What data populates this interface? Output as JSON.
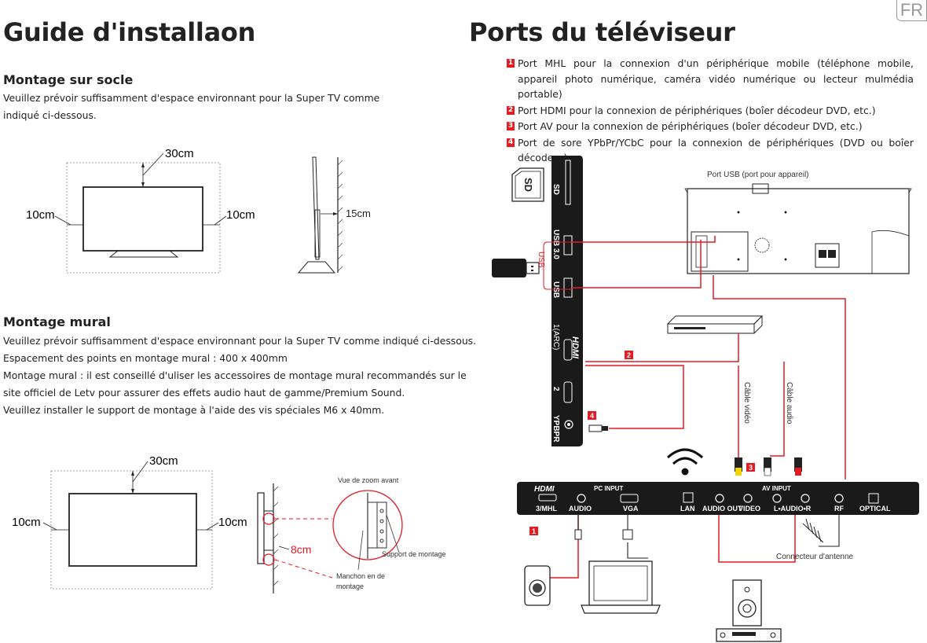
{
  "lang_badge": "FR",
  "left": {
    "title": "Guide d'installaon",
    "stand": {
      "heading": "Montage sur socle",
      "text_lines": [
        "Veuillez prévoir suﬃsamment d'espace environnant pour la Super TV comme",
        "indiqué ci-dessous."
      ],
      "dim_top": "30cm",
      "dim_left": "10cm",
      "dim_right": "10cm",
      "dim_side": "15cm"
    },
    "wall": {
      "heading": "Montage mural",
      "text_lines": [
        "Veuillez prévoir suﬃsamment d'espace environnant pour la Super TV comme indiqué ci-dessous.",
        "Espacement des points en montage mural : 400 x 400mm",
        "Montage mural : il est conseillé d'uliser les accessoires de montage mural recommandés  sur le",
        "site oﬃciel de Letv pour assurer des eﬀets audio haut de gamme/Premium Sound.",
        "Veuillez installer le support de montage à l'aide des vis spéciales M6 x 40mm."
      ],
      "dim_top": "30cm",
      "dim_left": "10cm",
      "dim_right": "10cm",
      "dim_side": "8cm",
      "zoom_label": "Vue de zoom avant",
      "bracket_label": "Support de montage",
      "sleeve_label_1": "Manchon en de",
      "sleeve_label_2": "montage"
    }
  },
  "right": {
    "title": "Ports du téléviseur",
    "ports": [
      {
        "num": "1",
        "text": "Port  MHL  pour  la  connexion  d'un  périphérique  mobile  (téléphone  mobile,  appareil photo numérique, caméra vidéo numérique ou lecteur mulmédia portable)"
      },
      {
        "num": "2",
        "text": "Port HDMI pour la connexion de périphériques  (boîer décodeur DVD, etc.)"
      },
      {
        "num": "3",
        "text": "Port AV pour la connexion de périphériques (boîer décodeur DVD, etc.)"
      },
      {
        "num": "4",
        "text": "Port  de  sore  YPbPr/YCbC  pour  la  connexion  de  périphériques  (DVD  ou  boîer décodeur)."
      }
    ],
    "side_panel": {
      "sd": "SD",
      "sd_card": "SD",
      "usb30": "USB 3.0",
      "usb": "USB",
      "usb_bracket": "USB",
      "hdmi1": "1(ARC)",
      "hdmi_logo": "HDMI",
      "hdmi2": "2",
      "ypbpr": "YPBPR"
    },
    "labels": {
      "usb_port": "Port USB (port pour appareil)",
      "video_cable": "Câble vidéo",
      "audio_cable": "Câble audio",
      "antenna": "Connecteur d'antenne"
    },
    "bottom_panel": {
      "hdmi_logo": "HDMI",
      "mhl": "3/MHL",
      "pc_input": "PC INPUT",
      "audio": "AUDIO",
      "vga": "VGA",
      "lan": "LAN",
      "audio_out": "AUDIO OUT",
      "video": "VIDEO",
      "av_input": "AV INPUT",
      "l_audio_r": "L•AUDIO•R",
      "rf": "RF",
      "optical": "OPTICAL"
    },
    "markers": {
      "m1": "1",
      "m2": "2",
      "m3": "3",
      "m4": "4"
    }
  }
}
